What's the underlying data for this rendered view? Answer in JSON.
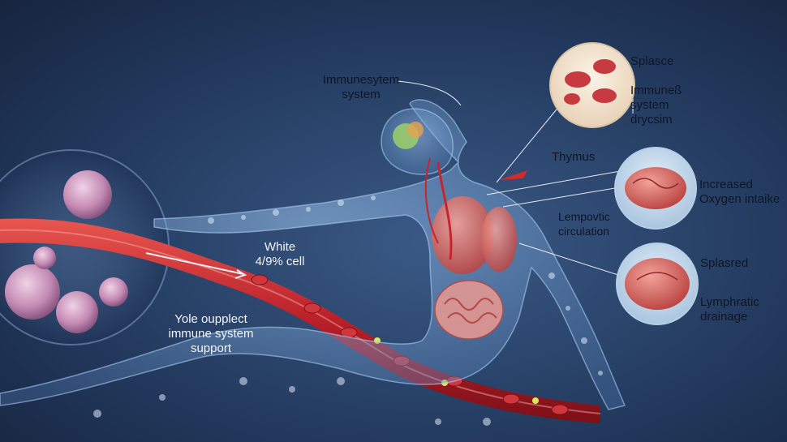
{
  "labels": {
    "immune_system": "Immunesytem\nsystem",
    "white_cell": "White\n4/9% cell",
    "yole_support": "Yole oupplect\nimmune system\nsupport",
    "thymus": "Thymus",
    "lymphatic_circulation": "Lempovtic\ncirculation",
    "splasce": "Splasce",
    "immune_system_drycsim": "Immuneß\nsystem\ndrycsim",
    "increased_oxygen": "Increased\nOxygen intaike",
    "splasred": "Splasred",
    "lymphatic_drainage": "Lymphratic\ndrainage"
  },
  "colors": {
    "background_top": "#1a2a47",
    "background_bottom": "#2c4a74",
    "vessel_red": "#c4262c",
    "body_blue": "#7fb0e6",
    "cell_pink": "#c48bb4",
    "inset_cream": "#f3e6d6",
    "inset_blue": "#c9dceb"
  }
}
